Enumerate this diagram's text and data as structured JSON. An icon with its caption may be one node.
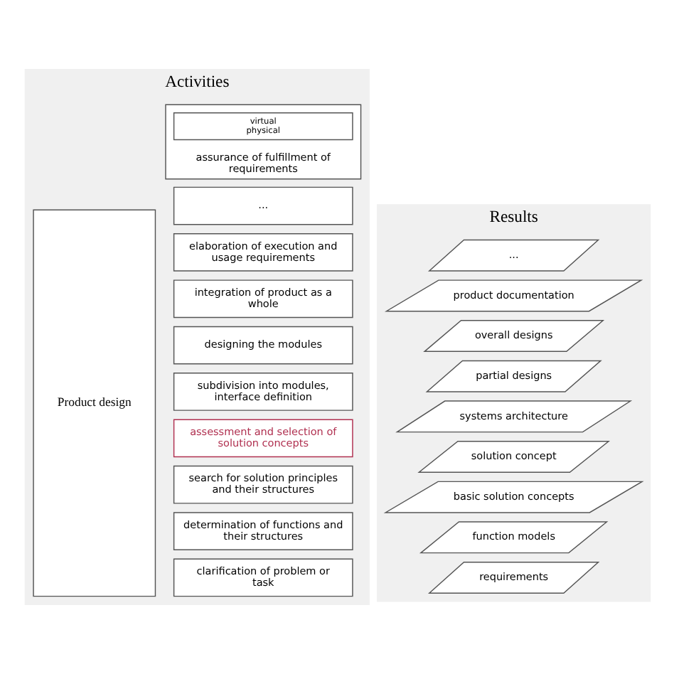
{
  "diagram": {
    "nodes": [
      {
        "text": [
          "Activities"
        ]
      },
      {
        "text": [
          "Product design"
        ],
        "in": 0
      },
      {
        "text": [
          "clarification of problem or task"
        ],
        "in": 0
      },
      {
        "text": [
          "determination of functions and their structures"
        ],
        "in": 0
      },
      {
        "text": [
          "search for solution principles and their structures"
        ],
        "in": 0
      },
      {
        "text": [
          "assessment and selection of solution concepts"
        ],
        "in": 0
      },
      {
        "text": [
          "subdivision into modules, interface definition"
        ],
        "in": 0
      },
      {
        "text": [
          "designing the modules"
        ],
        "in": 0
      },
      {
        "text": [
          "integration of product as a whole"
        ],
        "in": 0
      },
      {
        "text": [
          "elaboration of execution and usage requirements"
        ],
        "in": 0
      },
      {
        "text": [
          "..."
        ],
        "in": 0
      },
      {
        "text": [
          "assurance of fulfillment of requirements"
        ],
        "in": 0
      },
      {
        "text": [
          "virtual",
          "physical"
        ],
        "in": 11
      },
      {
        "text": [
          "Results"
        ]
      },
      {
        "text": [
          "requirements"
        ],
        "in": 13
      },
      {
        "text": [
          "function models"
        ],
        "in": 13
      },
      {
        "text": [
          "basic solution concepts"
        ],
        "in": 13
      },
      {
        "text": [
          "solution concept"
        ],
        "in": 13
      },
      {
        "text": [
          "systems architecture"
        ],
        "in": 13
      },
      {
        "text": [
          "partial designs"
        ],
        "in": 13
      },
      {
        "text": [
          "overall designs"
        ],
        "in": 13
      },
      {
        "text": [
          "product documentation"
        ],
        "in": 13
      },
      {
        "text": [
          "..."
        ],
        "in": 13
      }
    ],
    "edges": []
  }
}
